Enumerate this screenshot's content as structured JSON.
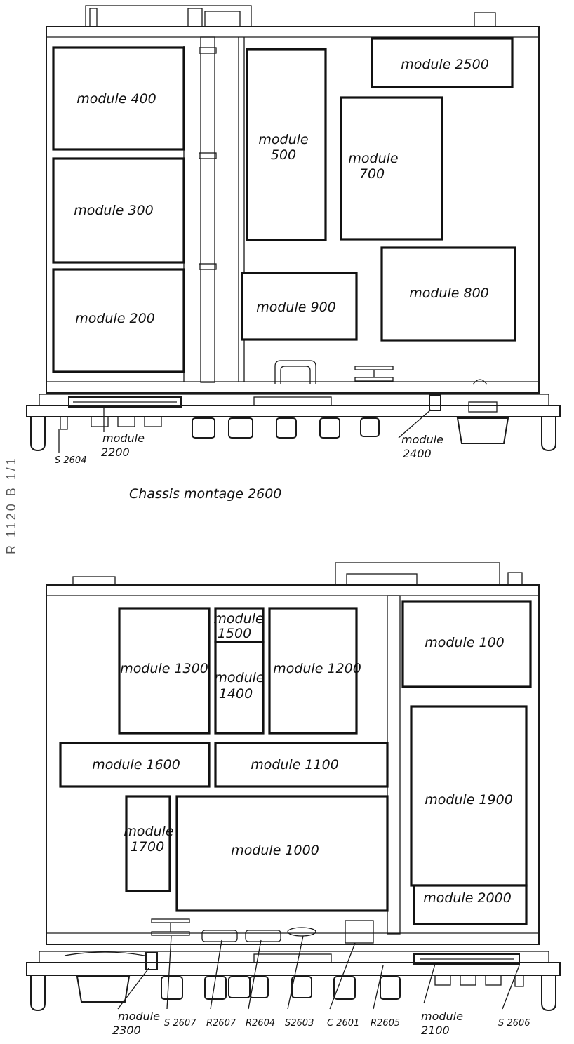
{
  "side_label": "R 1120  B 1/1",
  "caption": "Chassis montage 2600",
  "top_modules": {
    "m400": "module 400",
    "m300": "module 300",
    "m200": "module 200",
    "m500_a": "module",
    "m500_b": "500",
    "m700_a": "module",
    "m700_b": "700",
    "m2500": "module 2500",
    "m900": "module 900",
    "m800": "module 800"
  },
  "top_callouts": {
    "s2604": "S 2604",
    "m2200_a": "module",
    "m2200_b": "2200",
    "m2400_a": "module",
    "m2400_b": "2400"
  },
  "bottom_modules": {
    "m1300": "module 1300",
    "m1500_a": "module",
    "m1500_b": "1500",
    "m1400_a": "module",
    "m1400_b": "1400",
    "m1200": "module 1200",
    "m100": "module 100",
    "m1600": "module 1600",
    "m1100": "module 1100",
    "m1900": "module 1900",
    "m1700_a": "module",
    "m1700_b": "1700",
    "m1000": "module 1000",
    "m2000": "module 2000"
  },
  "bottom_callouts": {
    "m2300_a": "module",
    "m2300_b": "2300",
    "s2607": "S 2607",
    "r2607": "R2607",
    "r2604": "R2604",
    "s2603": "S2603",
    "c2601": "C 2601",
    "r2605": "R2605",
    "m2100_a": "module",
    "m2100_b": "2100",
    "s2606": "S 2606"
  }
}
